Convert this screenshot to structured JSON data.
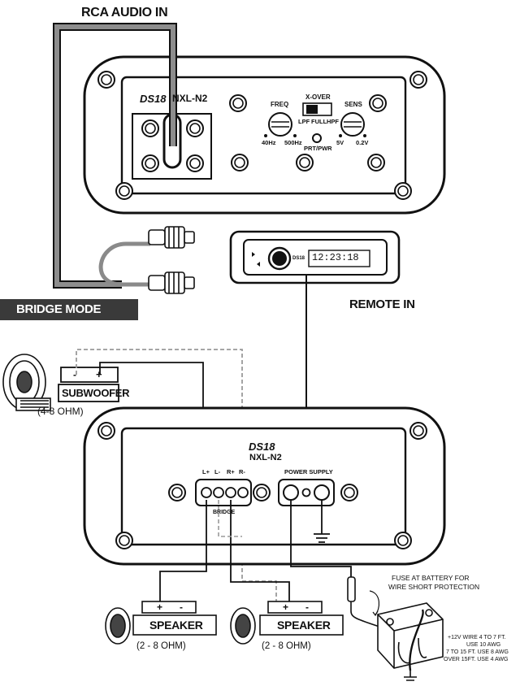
{
  "labels": {
    "rca_audio_in": "RCA AUDIO IN",
    "bridge_mode": "BRIDGE MODE",
    "remote_in": "REMOTE IN",
    "subwoofer": "SUBWOOFER",
    "subwoofer_ohm": "(4-8 OHM)",
    "speaker": "SPEAKER",
    "speaker_ohm": "(2 - 8 OHM)",
    "fuse_note": [
      "FUSE AT BATTERY FOR",
      "WIRE SHORT PROTECTION"
    ],
    "wire_note": [
      "+12V WIRE 4 TO 7 FT.",
      "USE 10 AWG",
      "7 TO 15 FT. USE 8 AWG",
      "OVER 15FT. USE 4 AWG"
    ]
  },
  "amp_top": {
    "brand": "DS18",
    "model": "NXL-N2",
    "freq": "FREQ",
    "freq_min": "40Hz",
    "freq_max": "500Hz",
    "xover": "X-OVER",
    "xover_lpf": "LPF",
    "xover_full": "FULL",
    "xover_hpf": "HPF",
    "sens": "SENS",
    "sens_min": "5V",
    "sens_max": "0.2V",
    "prt_pwr": "PRT/PWR"
  },
  "amp_bottom": {
    "brand": "DS18",
    "model": "NXL-N2",
    "terminals": [
      "L+",
      "L-",
      "R+",
      "R-"
    ],
    "bridge": "BRIDGE",
    "power_supply": "POWER SUPPLY"
  },
  "head_unit": {
    "brand": "DS18",
    "display": "12:23:18"
  },
  "polarity": {
    "minus": "-",
    "plus": "+"
  },
  "icons": [
    "subwoofer-icon",
    "speaker-icon",
    "battery-icon",
    "fuse-icon",
    "ground-icon",
    "rca-plug-icon",
    "head-unit-icon",
    "amplifier-icon"
  ],
  "colors": {
    "line": "#111111",
    "wire_gray": "#8a8a8a",
    "banner": "#3a3a3a",
    "dashed": "#9a9a9a"
  }
}
